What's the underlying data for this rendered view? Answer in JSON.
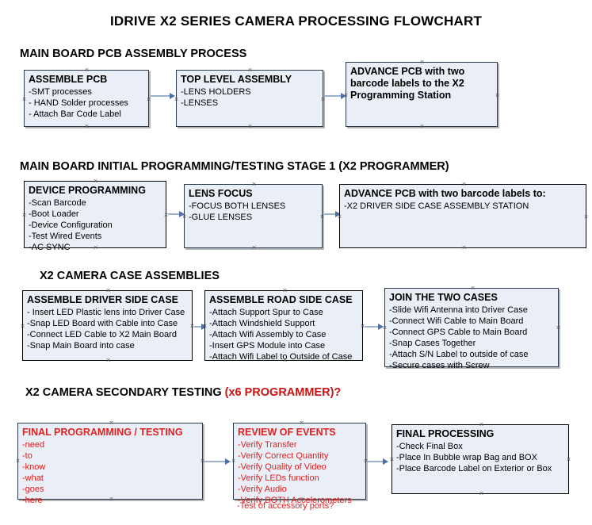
{
  "document": {
    "title": "IDRIVE X2  SERIES CAMERA PROCESSING FLOWCHART"
  },
  "sections": [
    {
      "id": "main-board-pcb-assembly",
      "heading": "MAIN BOARD PCB ASSEMBLY PROCESS",
      "heading_accent": "",
      "boxes": [
        {
          "id": "assemble-pcb",
          "title": "ASSEMBLE PCB",
          "color": "black",
          "lines": [
            "-SMT processes",
            "- HAND Solder processes",
            "- Attach Bar Code Label"
          ]
        },
        {
          "id": "top-level-assembly",
          "title": "TOP LEVEL ASSEMBLY",
          "color": "black",
          "lines": [
            "-LENS HOLDERS",
            "-LENSES"
          ]
        },
        {
          "id": "advance-pcb-to-x2-programming-station",
          "title": "ADVANCE PCB with two barcode labels to the  X2 Programming Station",
          "color": "black",
          "lines": []
        }
      ]
    },
    {
      "id": "main-board-initial-programming",
      "heading": "MAIN BOARD INITIAL PROGRAMMING/TESTING STAGE 1 (X2 PROGRAMMER)",
      "heading_accent": "",
      "boxes": [
        {
          "id": "device-programming",
          "title": "DEVICE PROGRAMMING",
          "color": "black",
          "lines": [
            "-Scan Barcode",
            "-Boot Loader",
            "-Device Configuration",
            "-Test Wired Events",
            "-AC SYNC"
          ]
        },
        {
          "id": "lens-focus",
          "title": "LENS FOCUS",
          "color": "black",
          "lines": [
            "-FOCUS BOTH LENSES",
            "-GLUE LENSES"
          ]
        },
        {
          "id": "advance-pcb-to-driver-side-case-assembly",
          "title": "ADVANCE PCB with two barcode labels to:",
          "color": "black",
          "lines": [
            "-X2 DRIVER  SIDE  CASE  ASSEMBLY STATION"
          ]
        }
      ]
    },
    {
      "id": "x2-camera-case-assemblies",
      "heading": "X2 CAMERA CASE ASSEMBLIES",
      "heading_accent": "",
      "boxes": [
        {
          "id": "assemble-driver-side-case",
          "title": "ASSEMBLE DRIVER SIDE CASE",
          "color": "black",
          "lines": [
            "- Insert LED Plastic lens into Driver Case",
            "-Snap LED Board with Cable into Case",
            "-Connect LED Cable to X2 Main Board",
            "-Snap Main Board into case"
          ]
        },
        {
          "id": "assemble-road-side-case",
          "title": "ASSEMBLE ROAD SIDE CASE",
          "color": "black",
          "lines": [
            "-Attach Support Spur to Case",
            "-Attach Windshield Support",
            "-Attach Wifi Assembly to Case",
            "-Insert GPS Module into Case",
            "-Attach Wifi Label to Outside of Case"
          ]
        },
        {
          "id": "join-the-two-cases",
          "title": "JOIN THE TWO CASES",
          "color": "black",
          "lines": [
            "-Slide Wifi Antenna into Driver Case",
            "-Connect Wifi Cable to Main Board",
            "-Connect GPS Cable to Main Board",
            "-Snap Cases Together",
            "-Attach S/N Label to outside of case",
            "-Secure cases with Screw"
          ]
        }
      ]
    },
    {
      "id": "x2-camera-secondary-testing",
      "heading": "X2 CAMERA SECONDARY TESTING ",
      "heading_accent": "(x6 PROGRAMMER)?",
      "boxes": [
        {
          "id": "final-programming-testing",
          "title": "FINAL PROGRAMMING / TESTING",
          "color": "red",
          "lines": [
            "-need",
            "-to",
            "-know",
            "-what",
            "-goes",
            "-here"
          ]
        },
        {
          "id": "review-of-events",
          "title": "REVIEW OF EVENTS",
          "color": "red",
          "lines": [
            "-Verify Transfer",
            "-Verify Correct Quantity",
            "-Verify Quality of Video",
            "-Verify LEDs function",
            "-Verify Audio",
            "-Verify BOTH Accelerometers"
          ],
          "overflow_line": "-Test of accessory ports?"
        },
        {
          "id": "final-processing",
          "title": "FINAL PROCESSING",
          "color": "black",
          "lines": [
            "-Check Final Box",
            "-Place In Bubble wrap Bag and BOX",
            "-Place Barcode Label on Exterior or Box"
          ]
        }
      ]
    }
  ],
  "colors": {
    "box_fill": "#e9eef7",
    "box_border": "#2b3a4a",
    "accent_red": "#dd2222",
    "connector": "#9db4ce",
    "arrowhead": "#4f6fa8"
  }
}
